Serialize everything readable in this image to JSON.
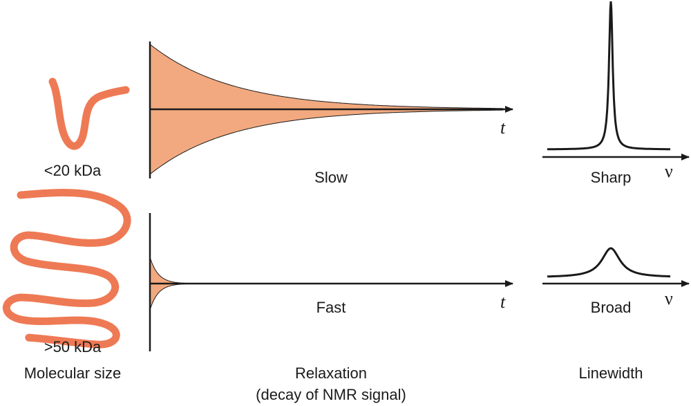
{
  "colors": {
    "fill": "#f2a97f",
    "protein": "#ee7a55",
    "line": "#1a1a1a"
  },
  "protein_small": {
    "label": "<20 kDa"
  },
  "protein_large": {
    "label": ">50 kDa"
  },
  "relaxation": {
    "slow_label": "Slow",
    "fast_label": "Fast",
    "axis_symbol": "t"
  },
  "linewidth": {
    "sharp_label": "Sharp",
    "broad_label": "Broad",
    "axis_symbol": "ν"
  },
  "columns": {
    "molecular_size": "Molecular size",
    "relaxation_line1": "Relaxation",
    "relaxation_line2": "(decay of NMR signal)",
    "linewidth": "Linewidth"
  }
}
